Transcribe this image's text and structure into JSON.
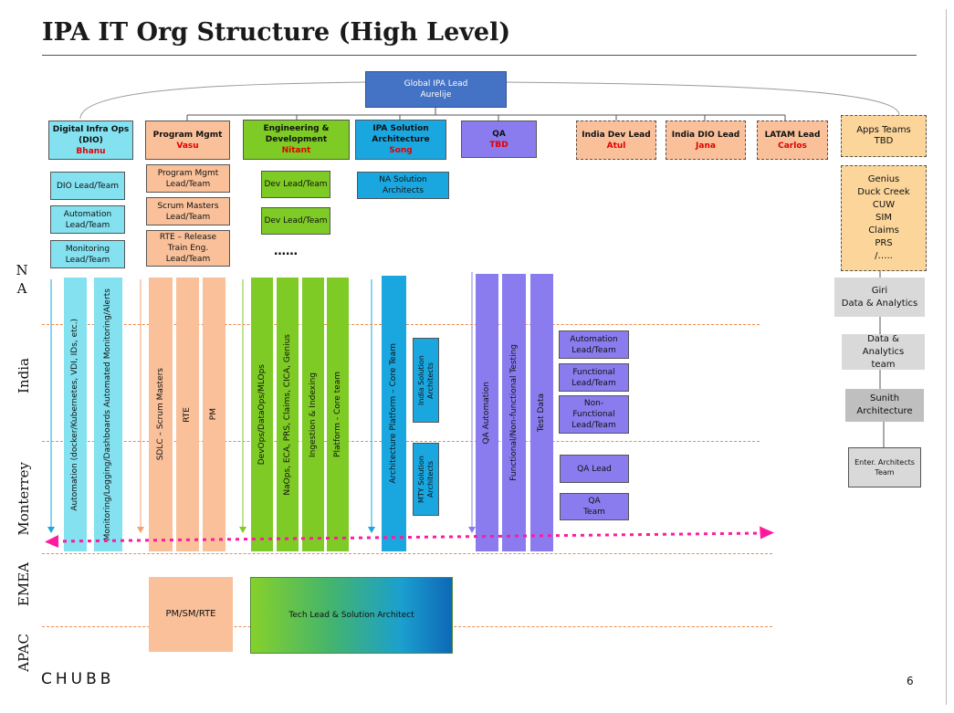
{
  "title": "IPA IT Org Structure (High Level)",
  "top": {
    "label": "Global IPA Lead",
    "name": "Aurelije"
  },
  "heads": {
    "dio": {
      "label": "Digital Infra Ops (DIO)",
      "name": "Bhanu"
    },
    "pm": {
      "label": "Program Mgmt",
      "name": "Vasu"
    },
    "eng": {
      "label": "Engineering & Development",
      "name": "Nitant"
    },
    "sol": {
      "label": "IPA Solution Architecture",
      "name": "Song"
    },
    "qa": {
      "label": "QA",
      "name": "TBD"
    },
    "india_dev": {
      "label": "India Dev Lead",
      "name": "Atul"
    },
    "india_dio": {
      "label": "India DIO Lead",
      "name": "Jana"
    },
    "latam": {
      "label": "LATAM Lead",
      "name": "Carlos"
    },
    "apps": {
      "label": "Apps Teams",
      "name": "TBD"
    }
  },
  "subs": {
    "dio": [
      "DIO Lead/Team",
      "Automation Lead/Team",
      "Monitoring Lead/Team"
    ],
    "pm": [
      "Program Mgmt Lead/Team",
      "Scrum Masters Lead/Team",
      "RTE – Release Train Eng. Lead/Team"
    ],
    "eng": [
      "Dev Lead/Team",
      "Dev Lead/Team"
    ],
    "eng_more": "……",
    "sol": "NA Solution Architects",
    "apps_list": [
      "Genius",
      "Duck Creek",
      "CUW",
      "SIM",
      "Claims",
      "PRS",
      "/….."
    ]
  },
  "side": {
    "giri": [
      "Giri",
      "Data & Analytics"
    ],
    "data_team": "Data & Analytics team",
    "sunith": [
      "Sunith",
      "Architecture"
    ],
    "enter": "Enter. Architects Team"
  },
  "regions": {
    "na": [
      "N",
      "A"
    ],
    "india": "India",
    "monterrey": "Monterrey",
    "emea": "EMEA",
    "apac": "APAC"
  },
  "columns": {
    "dio": [
      "Automation (docker/Kubernetes, VDI, IDs, etc.)",
      "Monitoring/Logging/Dashboards Automated Monitoring/Alerts"
    ],
    "pm": [
      "SDLC – Scrum Masters",
      "RTE",
      "PM"
    ],
    "eng": [
      "DevOps/DataOps/MLOps",
      "NaOps, ECA, PRS, Claims, CICA, Genius",
      "Ingestion & Indexing",
      "Platform - Core team"
    ],
    "sol": "Architecture Platform – Core Team",
    "qa": [
      "QA Automation",
      "Functional/Non-functional Testing",
      "Test Data"
    ]
  },
  "inner": {
    "india_sol": "India Solution Architects",
    "mty_sol": "MTY Solution Architects",
    "qa_boxes": [
      "Automation Lead/Team",
      "Functional Lead/Team",
      "Non-Functional Lead/Team",
      "QA Lead",
      "QA Team"
    ]
  },
  "bottom": {
    "pm": "PM/SM/RTE",
    "tech": "Tech Lead &  Solution Architect"
  },
  "footer": {
    "logo": "CHUBB",
    "page": "6"
  },
  "colors": {
    "blue_lt": "#83e1f0",
    "blue": "#1aa7e0",
    "peach": "#f9c09a",
    "green": "#7dcb24",
    "purple": "#8a7cee",
    "head_blue": "#4472c4",
    "tan": "#fbd59a",
    "gray": "#d9d9d9",
    "pink": "#ff1aa0",
    "dash": "#f08a4b"
  }
}
